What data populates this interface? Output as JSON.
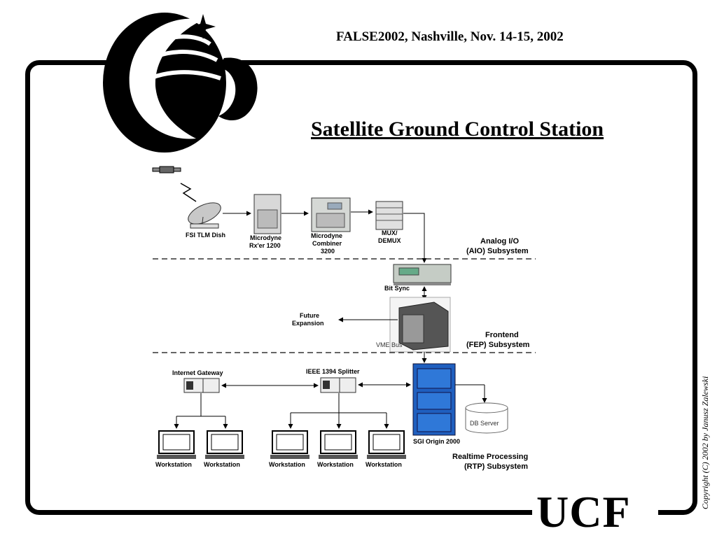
{
  "header": {
    "conference": "FALSE2002, Nashville,  Nov. 14-15, 2002",
    "title": "Satellite Ground Control Station"
  },
  "logo": {
    "text": "UCF"
  },
  "copyright": "Copyright (C) 2002 by Janusz Zalewski",
  "diagram": {
    "analog": {
      "dish": "FSI TLM Dish",
      "receiver": [
        "Microdyne",
        "Rx'er 1200"
      ],
      "combiner": [
        "Microdyne",
        "Combiner",
        "3200"
      ],
      "mux": [
        "MUX/",
        "DEMUX"
      ],
      "subsystem": [
        "Analog I/O",
        "(AIO) Subsystem"
      ]
    },
    "frontend": {
      "bitsync": "Bit Sync",
      "future": [
        "Future",
        "Expansion"
      ],
      "vme": "VME Bus",
      "subsystem": [
        "Frontend",
        "(FEP) Subsystem"
      ]
    },
    "rtp": {
      "gateway": "Internet Gateway",
      "splitter": "IEEE  1394 Splitter",
      "sgi": "SGI Origin 2000",
      "db": "DB Server",
      "workstations": [
        "Workstation",
        "Workstation",
        "Workstation",
        "Workstation",
        "Workstation"
      ],
      "subsystem": [
        "Realtime Processing",
        "(RTP) Subsystem"
      ]
    }
  },
  "colors": {
    "frame": "#000000",
    "sgi_blue": "#1f5fbf",
    "divider": "#333333"
  }
}
